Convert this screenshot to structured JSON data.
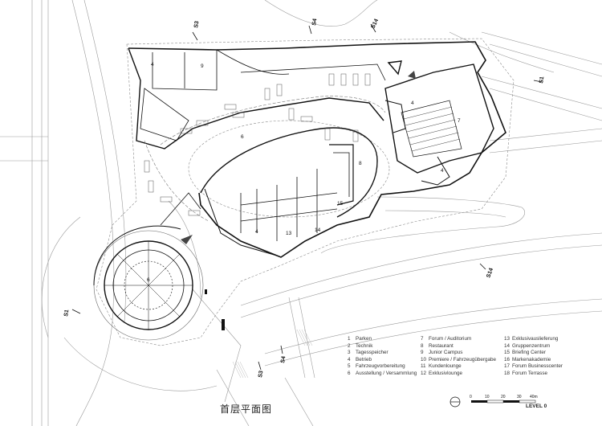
{
  "title": "首层平面图",
  "level": "LEVEL 0",
  "legend": [
    [
      {
        "n": "1",
        "label": "Parken"
      },
      {
        "n": "2",
        "label": "Technik"
      },
      {
        "n": "3",
        "label": "Tagesspeicher"
      },
      {
        "n": "4",
        "label": "Betrieb"
      },
      {
        "n": "5",
        "label": "Fahrzeugvorbereitung"
      },
      {
        "n": "6",
        "label": "Ausstellung / Versammlung"
      }
    ],
    [
      {
        "n": "7",
        "label": "Forum / Auditorium"
      },
      {
        "n": "8",
        "label": "Restaurant"
      },
      {
        "n": "9",
        "label": "Junior Campus"
      },
      {
        "n": "10",
        "label": "Premiere / Fahrzeugübergabe"
      },
      {
        "n": "11",
        "label": "Kundenlounge"
      },
      {
        "n": "12",
        "label": "Exklusivlounge"
      }
    ],
    [
      {
        "n": "13",
        "label": "Exklusivauslieferung"
      },
      {
        "n": "14",
        "label": "Gruppenzentrum"
      },
      {
        "n": "15",
        "label": "Briefing Center"
      },
      {
        "n": "16",
        "label": "Markenakademie"
      },
      {
        "n": "17",
        "label": "Forum Businesscenter"
      },
      {
        "n": "18",
        "label": "Forum Terrasse"
      }
    ]
  ],
  "scale": {
    "ticks": [
      "0",
      "10",
      "20",
      "30",
      "40m"
    ]
  },
  "sections": {
    "s1a": "S1",
    "s1b": "S1",
    "s3a": "S3",
    "s3b": "S3",
    "s4a": "S4",
    "s4b": "S4",
    "s14a": "S14",
    "s14b": "S14"
  },
  "rooms": {
    "r4a": "4",
    "r9": "9",
    "r6a": "6",
    "r4b": "4",
    "r7": "7",
    "r4c": "4",
    "r8": "8",
    "r15": "15",
    "r13": "13",
    "r14": "14",
    "r4d": "4",
    "r6b": "6"
  }
}
